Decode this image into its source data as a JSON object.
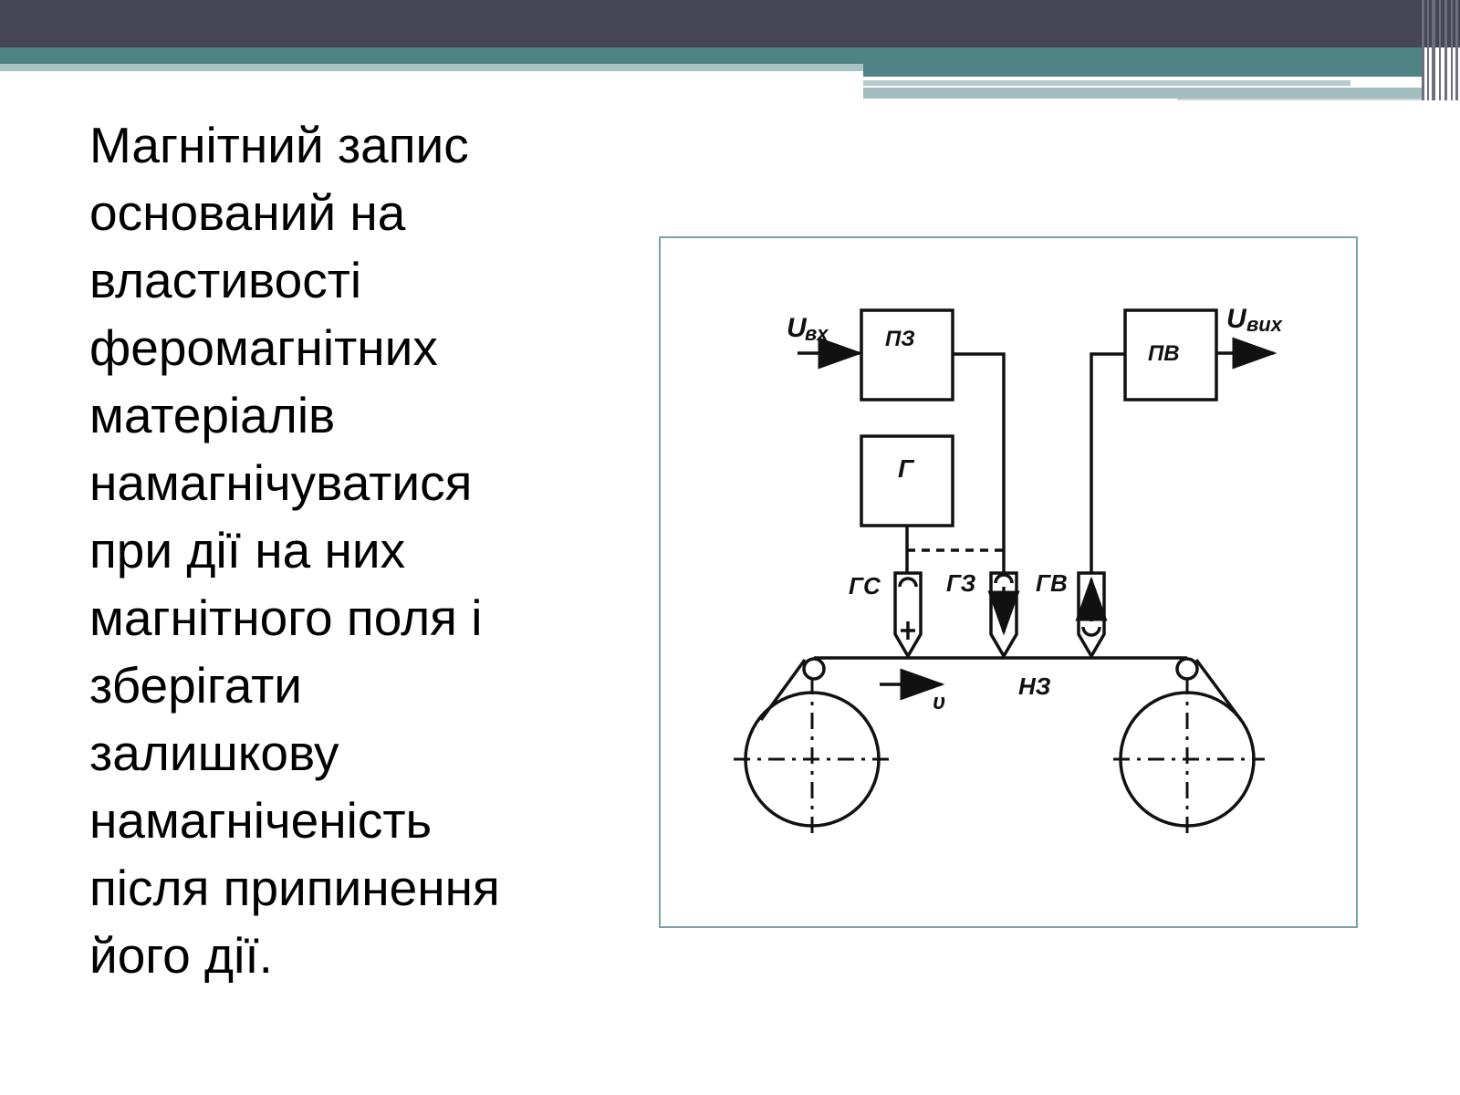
{
  "slide": {
    "body_lines": [
      "Магнітний запис",
      "оснований на",
      "властивості",
      "феромагнітних",
      "матеріалів",
      "намагнічуватися",
      "при дії на них",
      "магнітного поля і",
      "зберігати",
      "залишкову",
      "намагніченість",
      "після припинення",
      "його дії."
    ]
  },
  "diagram": {
    "u_in_label": "U",
    "u_in_sub": "вх",
    "u_out_label": "U",
    "u_out_sub": "вих",
    "block_pz": "ПЗ",
    "block_pv": "ПВ",
    "block_g": "Г",
    "head_gs": "ГС",
    "head_gz": "ГЗ",
    "head_gv": "ГВ",
    "tape_label": "НЗ",
    "speed_label": "υ"
  }
}
